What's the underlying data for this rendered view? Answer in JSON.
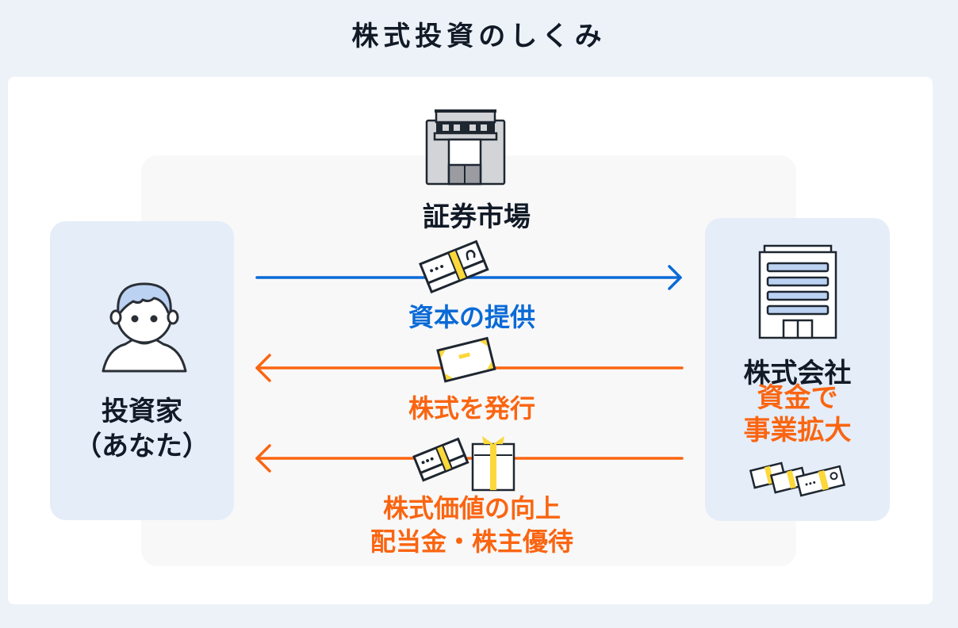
{
  "title": "株式投資のしくみ",
  "colors": {
    "background": "#edf2f9",
    "card": "#ffffff",
    "inner_panel": "#f8f8f9",
    "side_panel": "#e5edf8",
    "text_dark": "#111a26",
    "blue_accent": "#0a6ad6",
    "orange_accent": "#fa6511",
    "yellow_band": "#fcd83a"
  },
  "market": {
    "icon": "stock-exchange-building-icon",
    "label": "証券市場"
  },
  "investor": {
    "icon": "person-icon",
    "label_line1": "投資家",
    "label_line2": "（あなた）"
  },
  "company": {
    "icon": "office-building-icon",
    "label": "株式会社",
    "note_line1": "資金で",
    "note_line2": "事業拡大",
    "money_icon": "money-stacks-icon"
  },
  "flows": [
    {
      "direction": "investor-to-company",
      "icon": "money-bundle-icon",
      "label": "資本の提供",
      "color": "blue"
    },
    {
      "direction": "company-to-investor",
      "icon": "stock-certificate-icon",
      "label": "株式を発行",
      "color": "orange"
    },
    {
      "direction": "company-to-investor",
      "icon": "money-and-gift-icon",
      "label_line1": "株式価値の向上",
      "label_line2": "配当金・株主優待",
      "color": "orange"
    }
  ]
}
